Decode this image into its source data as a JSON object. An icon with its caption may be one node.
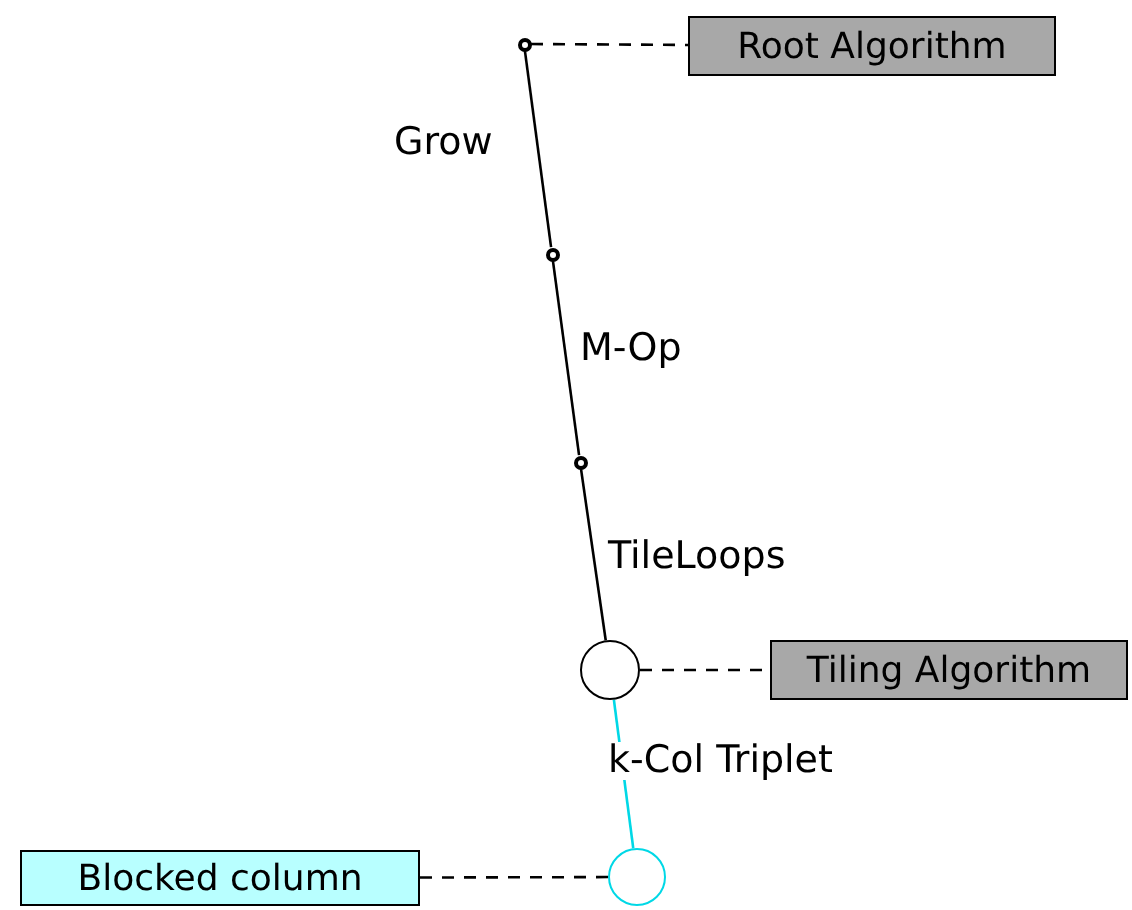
{
  "diagram": {
    "nodes": [
      {
        "text": [
          "Root Algorithm"
        ]
      },
      {
        "text": [],
        "shape": "circle"
      },
      {
        "text": [],
        "shape": "circle"
      },
      {
        "text": [],
        "shape": "circle"
      },
      {
        "text": [],
        "shape": "circle"
      },
      {
        "text": [
          "Tiling Algorithm"
        ]
      },
      {
        "text": [],
        "shape": "circle"
      },
      {
        "text": [
          "Blocked column"
        ]
      }
    ],
    "edges": [
      {
        "from": 1,
        "to": 0,
        "arrow": "none",
        "style": "dashed"
      },
      {
        "from": 1,
        "to": 2,
        "arrow": "none",
        "label": "Grow"
      },
      {
        "from": 2,
        "to": 3,
        "arrow": "none",
        "label": "M-Op"
      },
      {
        "from": 3,
        "to": 4,
        "arrow": "none",
        "label": "TileLoops"
      },
      {
        "from": 4,
        "to": 5,
        "arrow": "none",
        "style": "dashed"
      },
      {
        "from": 4,
        "to": 6,
        "arrow": "none",
        "label": "k-Col Triplet",
        "color": "#00d8e6"
      },
      {
        "from": 7,
        "to": 6,
        "arrow": "none",
        "style": "dashed"
      }
    ]
  }
}
